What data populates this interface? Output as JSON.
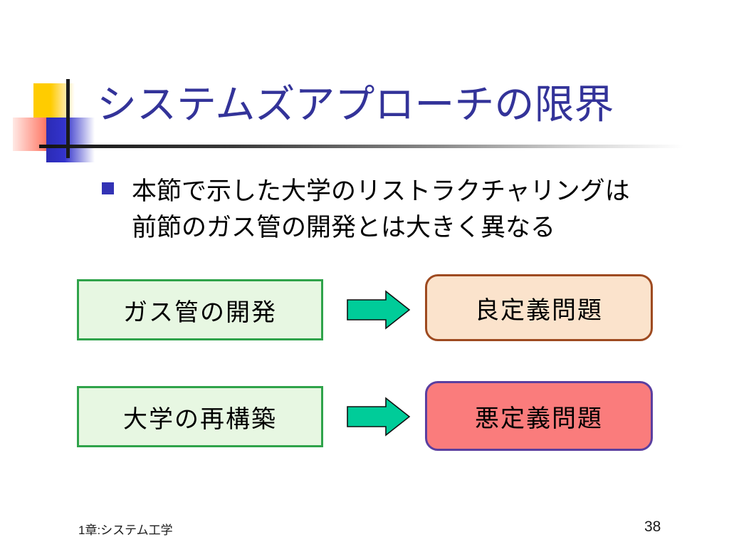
{
  "slide": {
    "title": "システムズアプローチの限界",
    "title_color": "#333399",
    "background": "#ffffff",
    "decoration": {
      "yellow_color": "#FFCC00",
      "red_color": "#FF2D13",
      "blue_color": "#3333CC",
      "rule_color": "#141414"
    },
    "bullet": {
      "marker_color": "#3333B5",
      "line1": "本節で示した大学のリストラクチャリングは",
      "line2": "前節のガス管の開発とは大きく異なる"
    },
    "diagram": {
      "rows": [
        {
          "source_label": "ガス管の開発",
          "source_fill": "#E7F7E2",
          "source_border": "#2FA34A",
          "arrow_label": "arrow-right",
          "arrow_fill": "#00CC99",
          "target_label": "良定義問題",
          "target_fill": "#FBE3CC",
          "target_border": "#9E4A20"
        },
        {
          "source_label": "大学の再構築",
          "source_fill": "#E7F7E2",
          "source_border": "#2FA34A",
          "arrow_label": "arrow-right",
          "arrow_fill": "#00CC99",
          "target_label": "悪定義問題",
          "target_fill": "#FA7C7C",
          "target_border": "#5A3FA0"
        }
      ]
    },
    "footer": {
      "left_text": "1章:システム工学",
      "page_number": "38"
    }
  }
}
